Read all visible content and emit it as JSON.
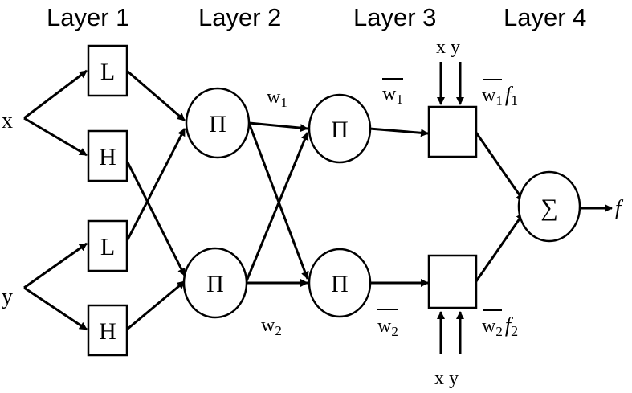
{
  "layers": {
    "layer1": "Layer 1",
    "layer2": "Layer 2",
    "layer3": "Layer 3",
    "layer4": "Layer 4"
  },
  "inputs": {
    "x": "x",
    "y": "y"
  },
  "layer1_nodes": {
    "x_low": "L",
    "x_high": "H",
    "y_low": "L",
    "y_high": "H"
  },
  "layer2_nodes": {
    "top": "Π",
    "bottom": "Π"
  },
  "layer3_nodes": {
    "top": "Π",
    "bottom": "Π"
  },
  "weights": {
    "w1_base": "w",
    "w1_sub": "1",
    "w2_base": "w",
    "w2_sub": "2",
    "w1_norm_base": "w",
    "w1_norm_sub": "1",
    "w2_norm_base": "w",
    "w2_norm_sub": "2"
  },
  "consequent": {
    "top_inputs": "x y",
    "bottom_inputs": "x y",
    "top_w_base": "w",
    "top_w_sub": "1",
    "top_f_base": "f",
    "top_f_sub": "1",
    "bottom_w_base": "w",
    "bottom_w_sub": "2",
    "bottom_f_base": "f",
    "bottom_f_sub": "2"
  },
  "output": {
    "sum_symbol": "∑",
    "label": "f"
  }
}
